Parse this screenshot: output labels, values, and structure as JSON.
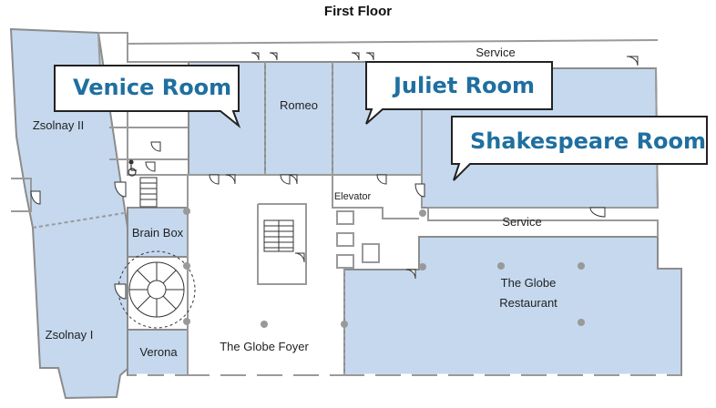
{
  "map": {
    "title": "First Floor",
    "colors": {
      "room_fill": "#c5d8ee",
      "wall": "#8c8c8c",
      "callout_text": "#1f6fa0",
      "callout_border": "#222222"
    }
  },
  "callouts": {
    "venice": "Venice Room",
    "juliet": "Juliet Room",
    "shakespeare": "Shakespeare Room"
  },
  "rooms": {
    "zsolnay_2": "Zsolnay II",
    "zsolnay_1": "Zsolnay I",
    "romeo": "Romeo",
    "brain_box": "Brain Box",
    "verona": "Verona",
    "foyer": "The Globe Foyer",
    "restaurant_line1": "The Globe",
    "restaurant_line2": "Restaurant",
    "service_top": "Service",
    "service_mid": "Service",
    "elevator": "Elevator"
  },
  "icons": [
    "wheelchair-icon",
    "door-icon",
    "stairs-icon",
    "spiral-staircase-icon",
    "column-icon"
  ]
}
